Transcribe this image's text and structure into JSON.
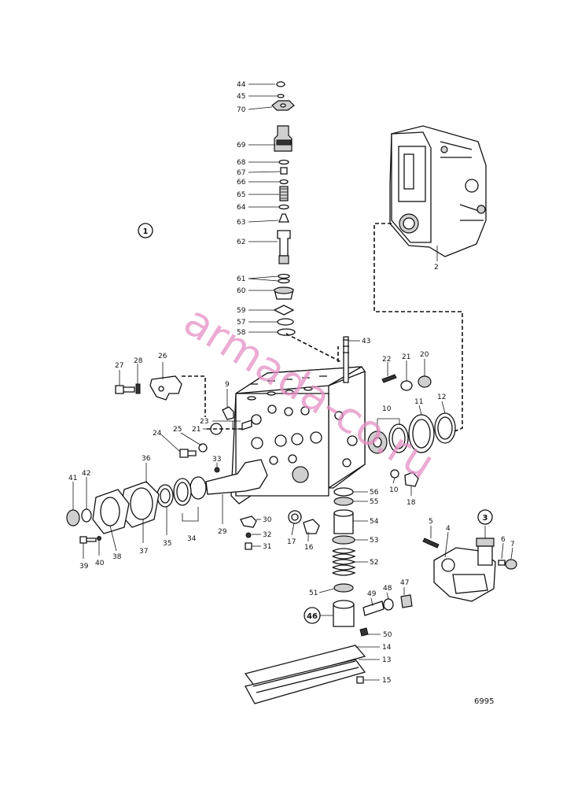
{
  "callouts": [
    "44",
    "45",
    "70",
    "69",
    "68",
    "67",
    "66",
    "65",
    "64",
    "63",
    "62",
    "61",
    "60",
    "59",
    "57",
    "58",
    "43",
    "22",
    "21",
    "20",
    "12",
    "11",
    "10",
    "27",
    "28",
    "26",
    "9",
    "23",
    "21",
    "24",
    "25",
    "33",
    "36",
    "41",
    "42",
    "34",
    "35",
    "37",
    "38",
    "39",
    "40",
    "29",
    "30",
    "32",
    "31",
    "17",
    "16",
    "10",
    "18",
    "56",
    "55",
    "54",
    "53",
    "52",
    "51",
    "49",
    "48",
    "47",
    "50",
    "14",
    "13",
    "15",
    "5",
    "4",
    "6",
    "7",
    "2"
  ],
  "circled_callouts": [
    "1",
    "3",
    "46"
  ],
  "drawing_number": "6995",
  "watermark": "armada-co.ru"
}
